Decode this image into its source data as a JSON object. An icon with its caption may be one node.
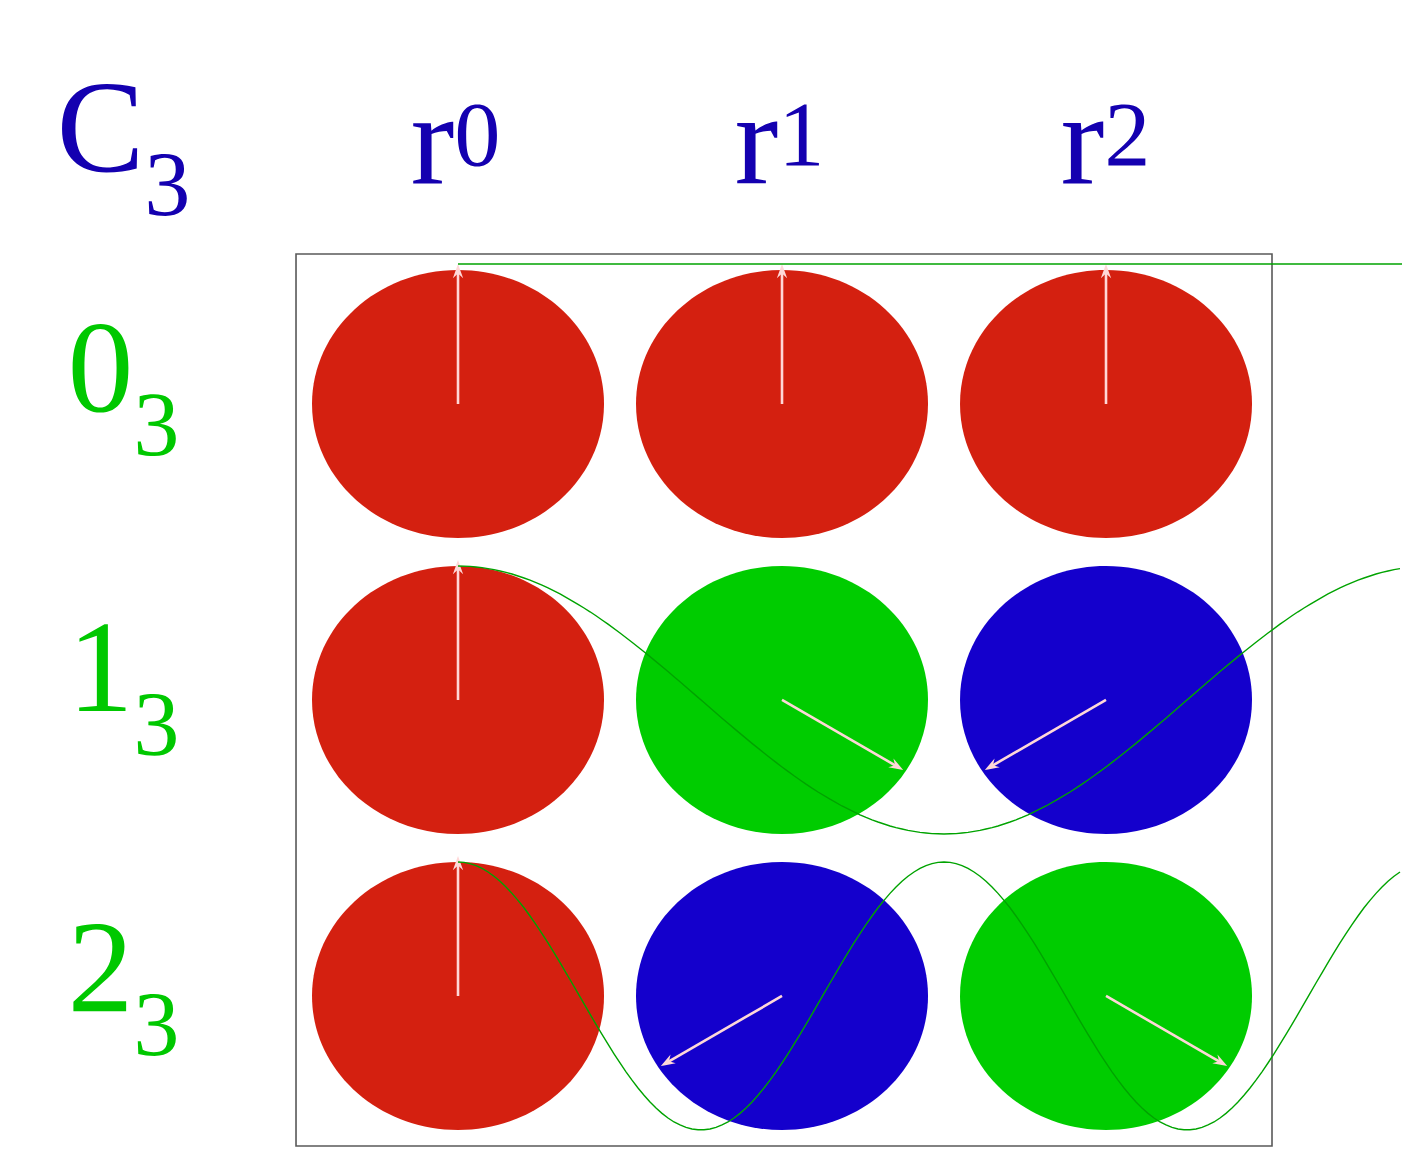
{
  "diagram": {
    "labels": [
      "C$_{3}$",
      "r$^{0}$",
      "r$^{1}$",
      "r$^{2}$",
      "0$_{3}$",
      "1$_{3}$",
      "2$_{3}$"
    ]
  }
}
